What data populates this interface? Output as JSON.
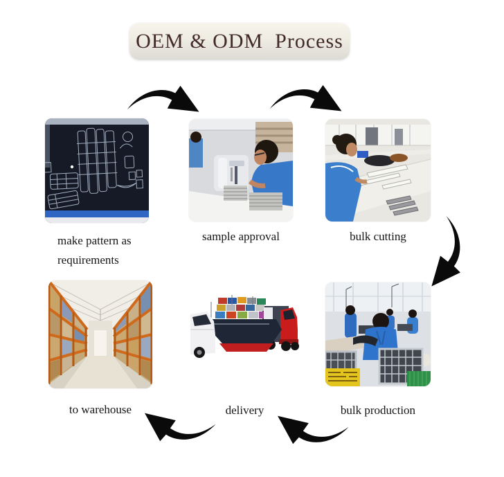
{
  "title": {
    "label": "OEM & ODM  Process"
  },
  "steps": [
    {
      "name": "make-pattern",
      "label": "make pattern as requirements",
      "line1": "make pattern as",
      "line2": "requirements",
      "image": "cad-pattern-screen"
    },
    {
      "name": "sample-approval",
      "label": "sample approval",
      "image": "worker-at-sewing-machine"
    },
    {
      "name": "bulk-cutting",
      "label": "bulk cutting",
      "image": "worker-sorting-cut-fabric"
    },
    {
      "name": "bulk-production",
      "label": "bulk production",
      "image": "factory-sewing-line"
    },
    {
      "name": "delivery",
      "label": "delivery",
      "image": "ship-truck-and-van"
    },
    {
      "name": "to-warehouse",
      "label": "to warehouse",
      "image": "warehouse-racking-aisle"
    }
  ],
  "flow_order": [
    "make-pattern",
    "sample-approval",
    "bulk-cutting",
    "bulk-production",
    "delivery",
    "to-warehouse"
  ],
  "icons": {
    "arrow": "curved-swoosh-arrow"
  },
  "colors": {
    "background": "#ffffff",
    "title_box_top": "#f7f5ec",
    "title_box_bottom": "#dcdad4",
    "title_text": "#42292a",
    "label_text": "#161616",
    "arrow": "#0a0a0a"
  }
}
